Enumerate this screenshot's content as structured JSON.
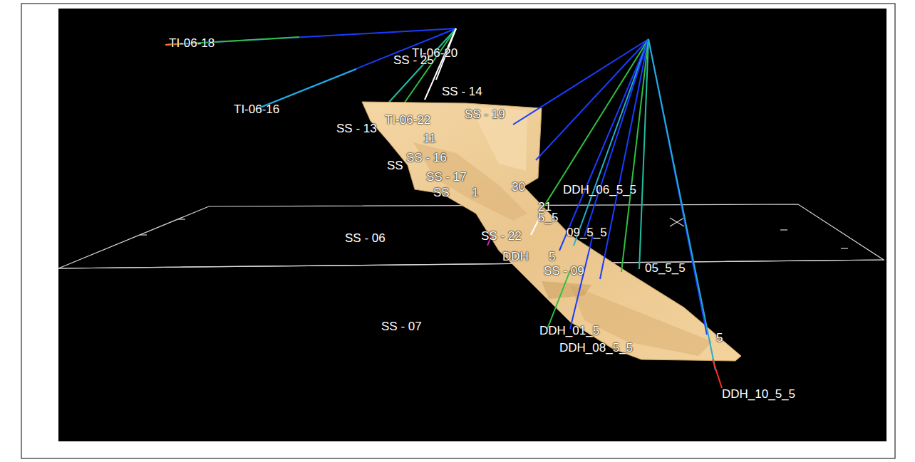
{
  "diagram": {
    "labels": [
      "TI-06-18",
      "TI-06-20",
      "SS - 25",
      "SS - 14",
      "TI-06-16",
      "SS - 19",
      "SS - 13",
      "TI-06-22",
      "11",
      "SS - 16",
      "SS",
      "SS - 17",
      "SS",
      "1",
      "30",
      "DDH_06_5_5",
      "21",
      "5_5",
      "09_5_5",
      "SS - 06",
      "SS - 22",
      "DDH",
      "5",
      "SS - 09",
      "05_5_5",
      "SS - 07",
      "DDH_01_5",
      "DDH_08_5_5",
      "5",
      "DDH_10_5_5"
    ]
  }
}
